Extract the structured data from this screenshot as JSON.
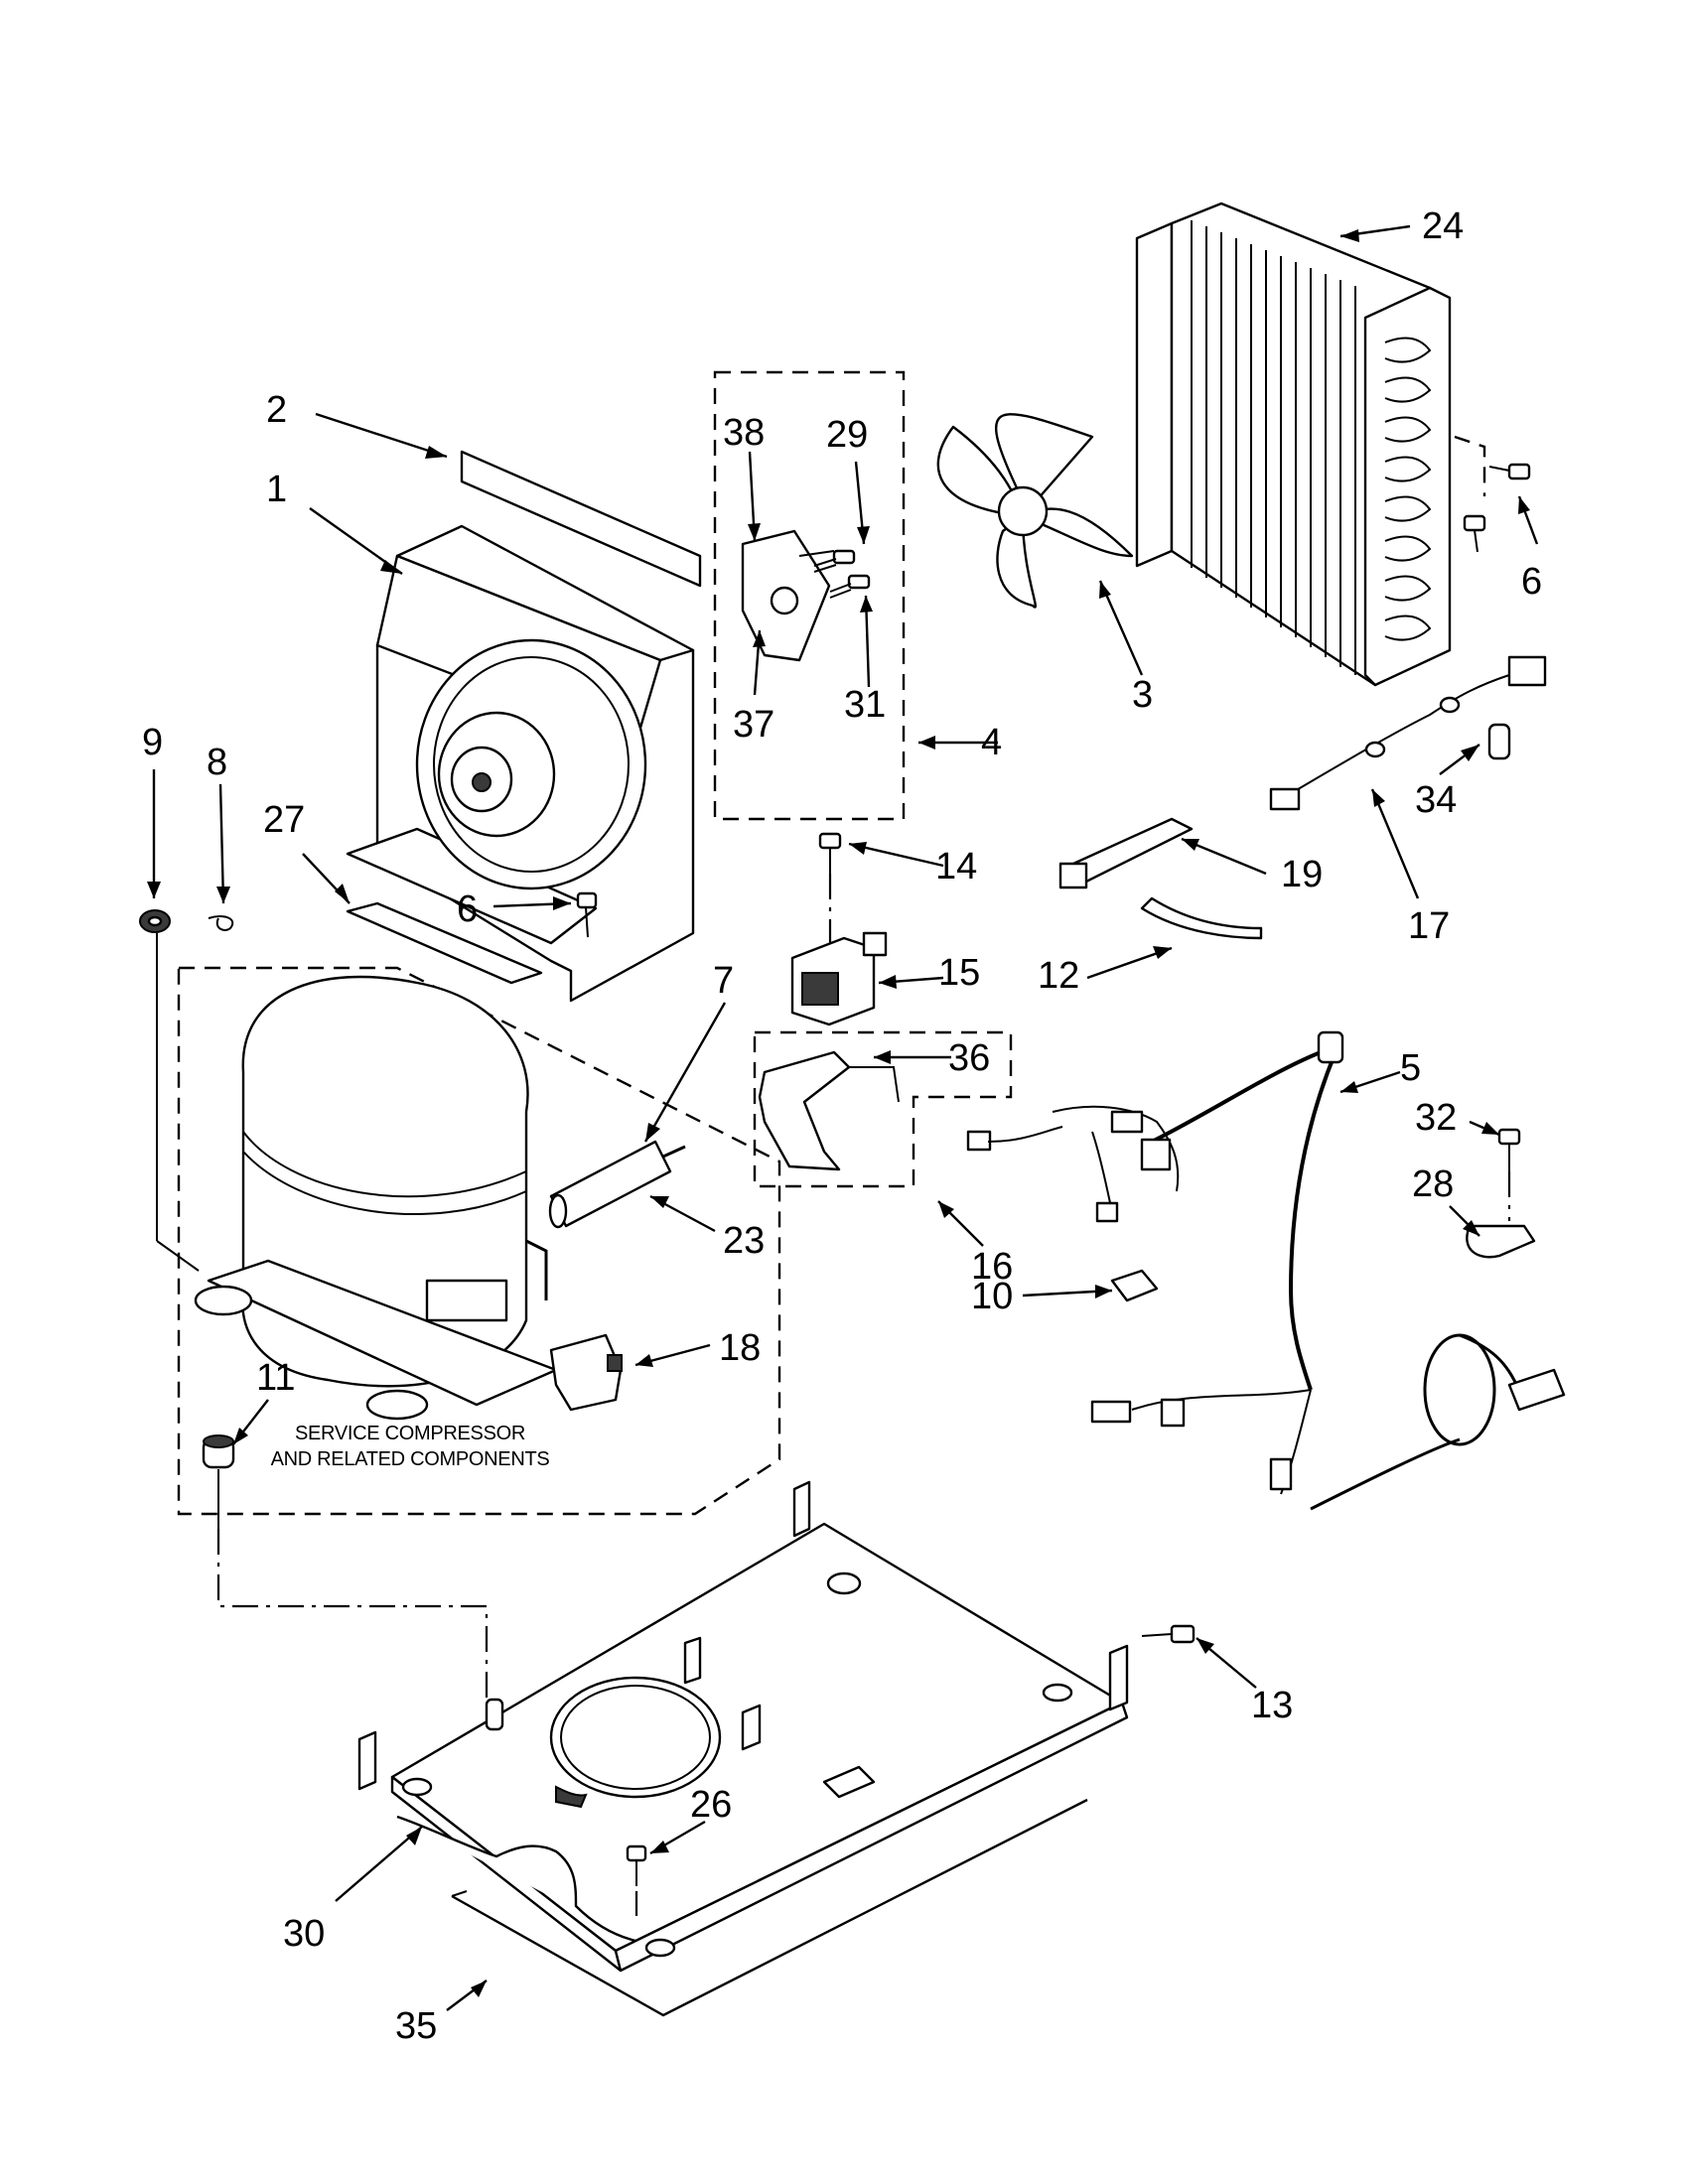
{
  "callouts": [
    {
      "id": "2",
      "label": "2"
    },
    {
      "id": "1",
      "label": "1"
    },
    {
      "id": "38",
      "label": "38"
    },
    {
      "id": "29",
      "label": "29"
    },
    {
      "id": "24",
      "label": "24"
    },
    {
      "id": "6a",
      "label": "6"
    },
    {
      "id": "3",
      "label": "3"
    },
    {
      "id": "31",
      "label": "31"
    },
    {
      "id": "37",
      "label": "37"
    },
    {
      "id": "4",
      "label": "4"
    },
    {
      "id": "9",
      "label": "9"
    },
    {
      "id": "8",
      "label": "8"
    },
    {
      "id": "27",
      "label": "27"
    },
    {
      "id": "6b",
      "label": "6"
    },
    {
      "id": "14",
      "label": "14"
    },
    {
      "id": "19",
      "label": "19"
    },
    {
      "id": "34",
      "label": "34"
    },
    {
      "id": "17",
      "label": "17"
    },
    {
      "id": "15",
      "label": "15"
    },
    {
      "id": "12",
      "label": "12"
    },
    {
      "id": "7",
      "label": "7"
    },
    {
      "id": "36",
      "label": "36"
    },
    {
      "id": "5",
      "label": "5"
    },
    {
      "id": "32",
      "label": "32"
    },
    {
      "id": "28",
      "label": "28"
    },
    {
      "id": "23",
      "label": "23"
    },
    {
      "id": "16",
      "label": "16"
    },
    {
      "id": "10",
      "label": "10"
    },
    {
      "id": "18",
      "label": "18"
    },
    {
      "id": "11",
      "label": "11"
    },
    {
      "id": "13",
      "label": "13"
    },
    {
      "id": "26",
      "label": "26"
    },
    {
      "id": "30",
      "label": "30"
    },
    {
      "id": "35",
      "label": "35"
    }
  ],
  "notes": {
    "service_line1": "SERVICE COMPRESSOR",
    "service_line2": "AND RELATED COMPONENTS"
  }
}
